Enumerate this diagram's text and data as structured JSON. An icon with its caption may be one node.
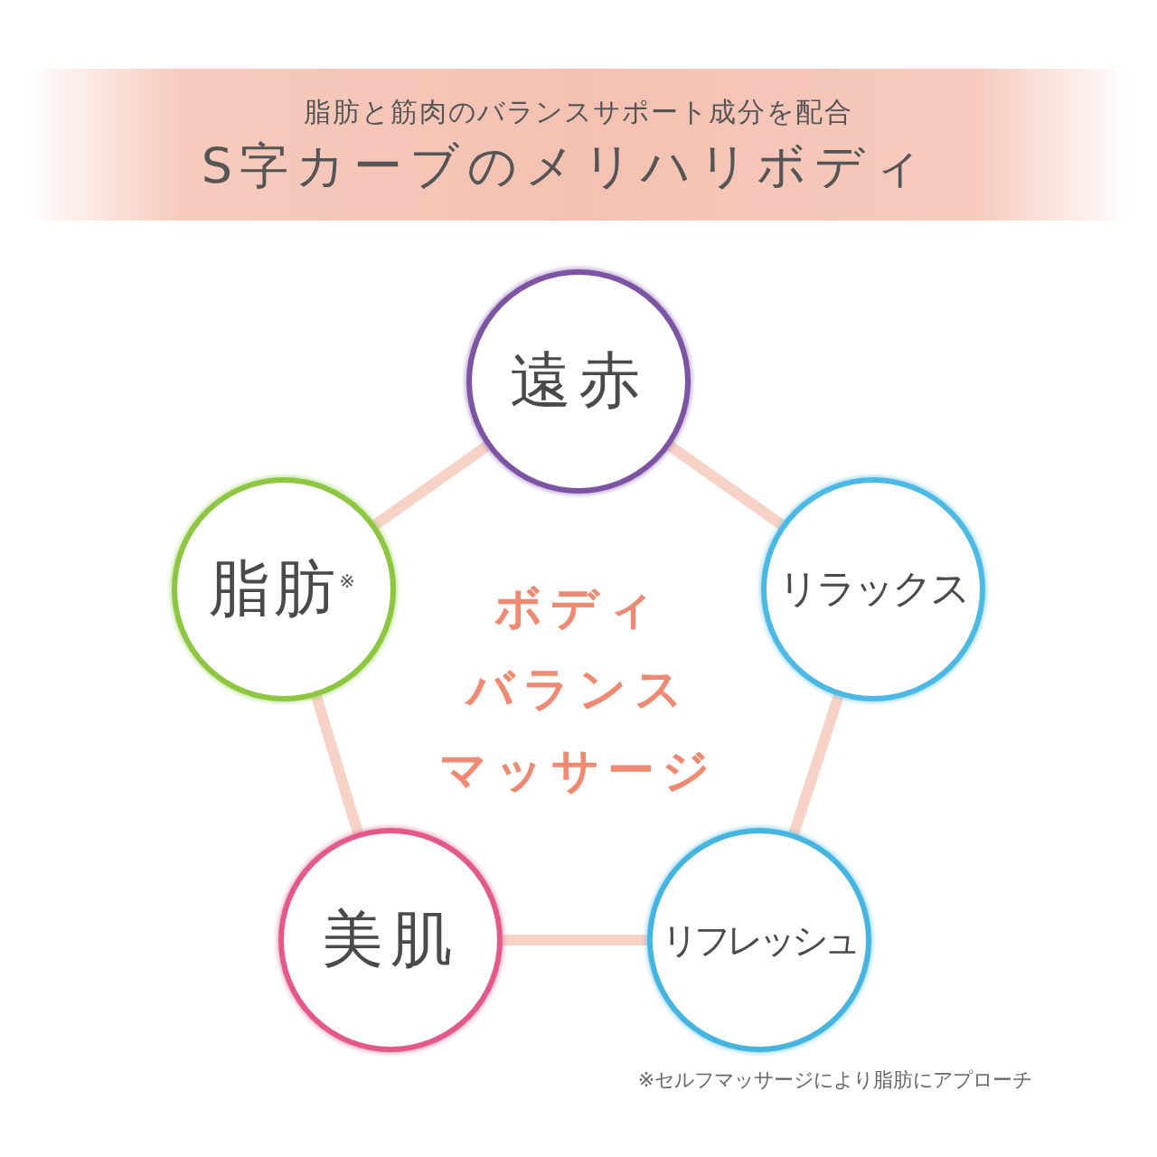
{
  "diagram": {
    "title": "S字カーブのメリハリボディ",
    "nodes": [
      {
        "text": [
          "遠赤"
        ]
      },
      {
        "text": [
          "脂肪$^{※}$"
        ]
      },
      {
        "text": [
          "リラックス"
        ]
      },
      {
        "text": [
          "美肌"
        ]
      },
      {
        "text": [
          "リフレッシュ"
        ]
      }
    ],
    "edges": [
      {
        "from": 0,
        "to": 2,
        "arrow": "none"
      },
      {
        "from": 2,
        "to": 4,
        "arrow": "none"
      },
      {
        "from": 4,
        "to": 3,
        "arrow": "none"
      },
      {
        "from": 3,
        "to": 1,
        "arrow": "none"
      },
      {
        "from": 1,
        "to": 0,
        "arrow": "none"
      }
    ],
    "labels": [
      "脂肪と筋肉のバランスサポート成分を配合",
      "ボディ",
      "バランス",
      "マッサージ",
      "※セルフマッサージにより脂肪にアプローチ"
    ]
  }
}
